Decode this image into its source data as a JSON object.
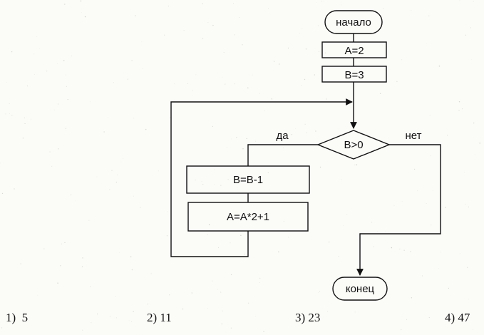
{
  "flowchart": {
    "start": "начало",
    "steps": [
      "A=2",
      "B=3"
    ],
    "condition": "B>0",
    "branch_yes": "да",
    "branch_no": "нет",
    "loop_body": [
      "B=B-1",
      "A=A*2+1"
    ],
    "end": "конец"
  },
  "answers": [
    {
      "number": "1)",
      "value": "5"
    },
    {
      "number": "2)",
      "value": "11"
    },
    {
      "number": "3)",
      "value": "23"
    },
    {
      "number": "4)",
      "value": "47"
    }
  ]
}
